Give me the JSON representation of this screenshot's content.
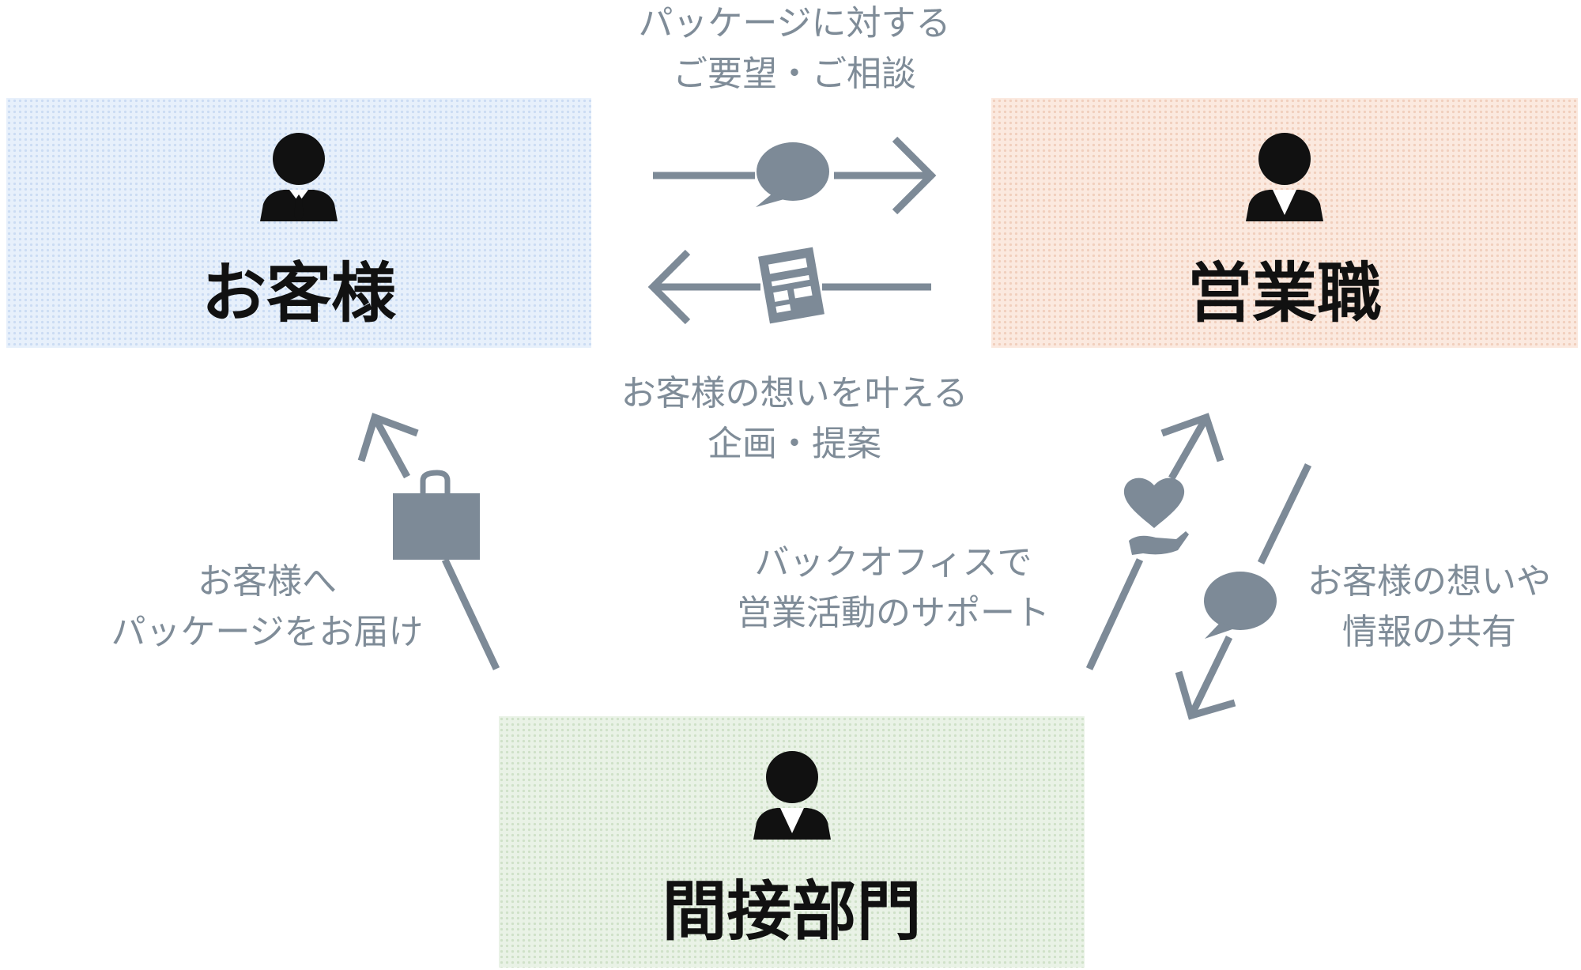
{
  "nodes": {
    "customer": {
      "title": "お客様",
      "icon": "businessman-with-tie-icon"
    },
    "sales": {
      "title": "営業職",
      "icon": "businessman-icon"
    },
    "indirect": {
      "title": "間接部門",
      "icon": "businessman-icon"
    }
  },
  "flows": {
    "customer_to_sales": {
      "lines": [
        "パッケージに対する",
        "ご要望・ご相談"
      ],
      "icon": "speech-bubble-icon"
    },
    "sales_to_customer": {
      "lines": [
        "お客様の想いを叶える",
        "企画・提案"
      ],
      "icon": "document-icon"
    },
    "indirect_to_customer": {
      "lines": [
        "お客様へ",
        "パッケージをお届け"
      ],
      "icon": "bag-icon"
    },
    "indirect_to_sales": {
      "lines": [
        "バックオフィスで",
        "営業活動のサポート"
      ],
      "icon": "heart-in-hand-icon"
    },
    "sales_to_indirect": {
      "lines": [
        "お客様の想いや",
        "情報の共有"
      ],
      "icon": "speech-bubble-icon"
    }
  },
  "colors": {
    "customer_box": "#e7f0fb",
    "sales_box": "#fbe9df",
    "indirect_box": "#e9f2e6",
    "arrow": "#7d8a97",
    "label": "#7f8c98"
  }
}
